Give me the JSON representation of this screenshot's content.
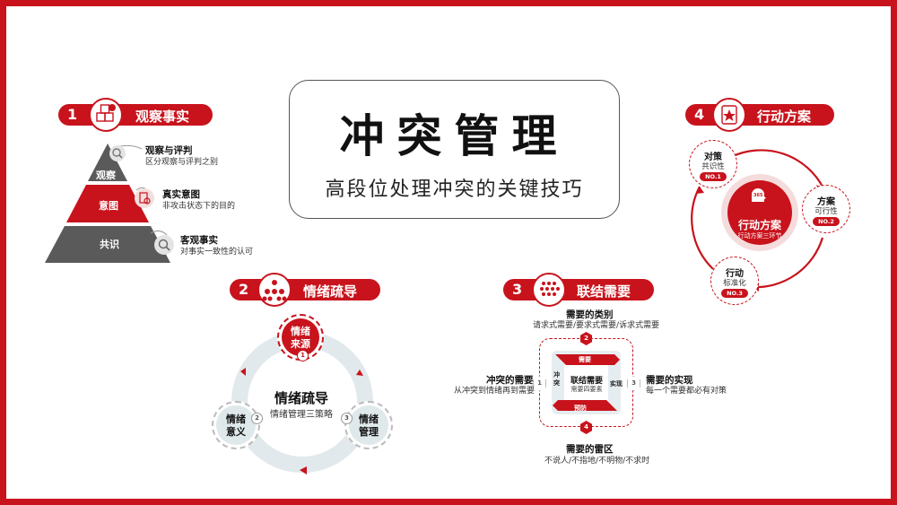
{
  "title": {
    "main": "冲突管理",
    "subtitle": "高段位处理冲突的关键技巧"
  },
  "colors": {
    "accent": "#c8131c",
    "gray": "#5a5a5a",
    "light": "#e3ebee"
  },
  "sections": [
    {
      "num": "1",
      "label": "观察事实",
      "icon": "abc-blocks-icon"
    },
    {
      "num": "2",
      "label": "情绪疏导",
      "icon": "org-chart-icon"
    },
    {
      "num": "3",
      "label": "联结需要",
      "icon": "dots-grid-icon"
    },
    {
      "num": "4",
      "label": "行动方案",
      "icon": "badge-star-icon"
    }
  ],
  "pyramid": {
    "levels": [
      "观察",
      "意图",
      "共识"
    ],
    "items": [
      {
        "title": "观察与评判",
        "desc": "区分观察与评判之别"
      },
      {
        "title": "真实意图",
        "desc": "非攻击状态下的目的"
      },
      {
        "title": "客观事实",
        "desc": "对事实一致性的认可"
      }
    ]
  },
  "emotion": {
    "center_title": "情绪疏导",
    "center_sub": "情绪管理三策略",
    "nodes": [
      {
        "num": "1",
        "line1": "情绪",
        "line2": "来源"
      },
      {
        "num": "2",
        "line1": "情绪",
        "line2": "意义"
      },
      {
        "num": "3",
        "line1": "情绪",
        "line2": "管理"
      }
    ]
  },
  "needs": {
    "center_title": "联结需要",
    "center_sub": "需要四要素",
    "tags": {
      "top": "需要",
      "bottom": "预防",
      "left": "冲突",
      "right": "实现"
    },
    "items": [
      {
        "num": "1",
        "title": "冲突的需要",
        "desc": "从冲突到情绪再到需要"
      },
      {
        "num": "2",
        "title": "需要的类别",
        "desc": "请求式需要/要求式需要/诉求式需要"
      },
      {
        "num": "3",
        "title": "需要的实现",
        "desc": "每一个需要都必有对策"
      },
      {
        "num": "4",
        "title": "需要的雷区",
        "desc": "不说人/不指地/不明物/不求时"
      }
    ]
  },
  "action": {
    "center_title": "行动方案",
    "center_sub": "行动方案三环节",
    "center_icon_text": "365",
    "nodes": [
      {
        "title": "对策",
        "desc": "共识性",
        "tag": "NO.1"
      },
      {
        "title": "方案",
        "desc": "可行性",
        "tag": "NO.2"
      },
      {
        "title": "行动",
        "desc": "标准化",
        "tag": "NO.3"
      }
    ]
  }
}
